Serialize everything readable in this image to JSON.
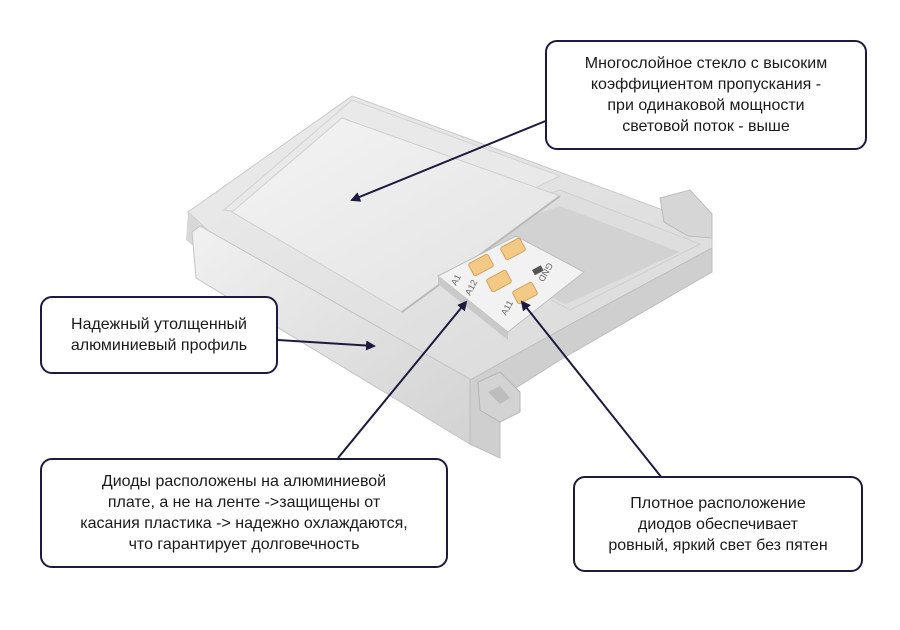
{
  "callouts": {
    "glass": {
      "lines": [
        "Многослойное стекло с высоким",
        "коэффициентом пропускания -",
        "при одинаковой мощности",
        "световой поток - выше"
      ]
    },
    "profile": {
      "lines": [
        "Надежный утолщенный",
        "алюминиевый профиль"
      ]
    },
    "diodes": {
      "lines": [
        "Диоды расположены на алюминиевой",
        "плате, а не на ленте ->защищены от",
        "касания пластика -> надежно охлаждаются,",
        "что гарантирует долговечность"
      ]
    },
    "dense": {
      "lines": [
        "Плотное расположение",
        "диодов обеспечивает",
        "ровный, яркий свет без пятен"
      ]
    }
  },
  "pcb_labels": {
    "gnd": "GND",
    "a12": "A12",
    "a11": "A11",
    "a1": "A1"
  },
  "colors": {
    "callout_border": "#1c1b3e",
    "arrow": "#1c1b3e",
    "profile": "#e3e3e3",
    "pcb": "#f2f2f2",
    "led": "#f2c985"
  }
}
